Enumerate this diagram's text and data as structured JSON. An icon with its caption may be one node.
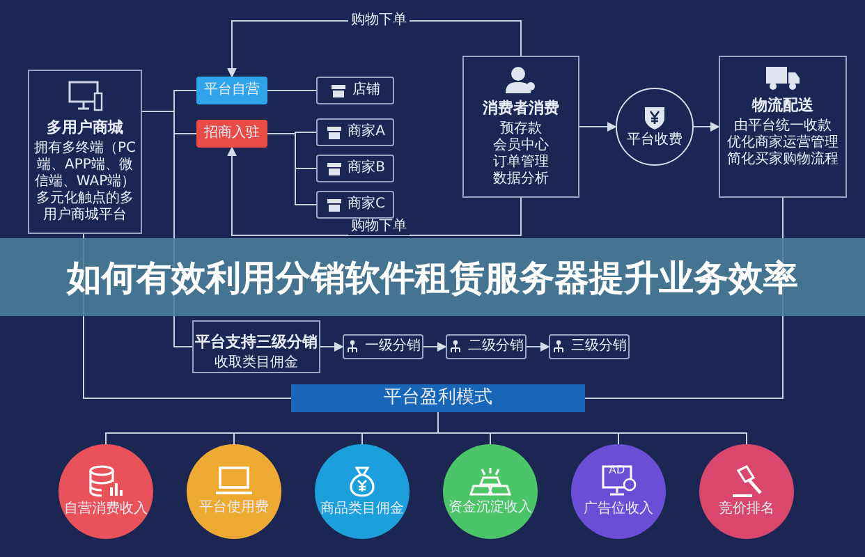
{
  "diagram": {
    "title": "如何有效利用分销软件租赁服务器提升业务效率",
    "nodes": [
      {
        "text": [
          "多用户商城",
          "拥有多终端（PC端、APP端、微信端、WAP端）多元化触点的多用户商城平台"
        ]
      },
      {
        "text": [
          "平台自营"
        ]
      },
      {
        "text": [
          "招商入驻"
        ]
      },
      {
        "text": [
          "店铺"
        ]
      },
      {
        "text": [
          "商家A"
        ]
      },
      {
        "text": [
          "商家B"
        ]
      },
      {
        "text": [
          "商家C"
        ]
      },
      {
        "text": [
          "消费者消费",
          "预存款",
          "会员中心",
          "订单管理",
          "数据分析"
        ]
      },
      {
        "text": [
          "平台收费"
        ]
      },
      {
        "text": [
          "物流配送",
          "由平台统一收款",
          "优化商家运营管理",
          "简化买家购物流程"
        ]
      },
      {
        "text": [
          "平台支持三级分销",
          "收取类目佣金"
        ]
      },
      {
        "text": [
          "一级分销"
        ]
      },
      {
        "text": [
          "二级分销"
        ]
      },
      {
        "text": [
          "三级分销"
        ]
      },
      {
        "text": [
          "平台盈利模式"
        ]
      },
      {
        "text": [
          "自营消费收入"
        ]
      },
      {
        "text": [
          "平台使用费"
        ]
      },
      {
        "text": [
          "商品类目佣金"
        ]
      },
      {
        "text": [
          "资金沉淀收入"
        ]
      },
      {
        "text": [
          "广告位收入"
        ]
      },
      {
        "text": [
          "竞价排名"
        ]
      }
    ],
    "edges": [
      {
        "from": 0,
        "to": 1,
        "arrow": "none"
      },
      {
        "from": 0,
        "to": 2,
        "arrow": "none"
      },
      {
        "from": 0,
        "to": 10,
        "arrow": "none"
      },
      {
        "from": 1,
        "to": 3,
        "arrow": "none"
      },
      {
        "from": 2,
        "to": 4,
        "arrow": "none"
      },
      {
        "from": 2,
        "to": 5,
        "arrow": "none"
      },
      {
        "from": 2,
        "to": 6,
        "arrow": "none"
      },
      {
        "from": 7,
        "to": 1,
        "arrow": "to",
        "label": "购物下单"
      },
      {
        "from": 7,
        "to": 2,
        "arrow": "to",
        "label": "购物下单"
      },
      {
        "from": 7,
        "to": 8,
        "arrow": "to"
      },
      {
        "from": 8,
        "to": 9,
        "arrow": "to"
      },
      {
        "from": 9,
        "to": 14,
        "arrow": "none"
      },
      {
        "from": 0,
        "to": 14,
        "arrow": "none"
      },
      {
        "from": 10,
        "to": 11,
        "arrow": "to"
      },
      {
        "from": 11,
        "to": 12,
        "arrow": "to"
      },
      {
        "from": 12,
        "to": 13,
        "arrow": "to"
      },
      {
        "from": 14,
        "to": 15,
        "arrow": "none"
      },
      {
        "from": 14,
        "to": 16,
        "arrow": "none"
      },
      {
        "from": 14,
        "to": 17,
        "arrow": "none"
      },
      {
        "from": 14,
        "to": 18,
        "arrow": "none"
      },
      {
        "from": 14,
        "to": 19,
        "arrow": "none"
      },
      {
        "from": 14,
        "to": 20,
        "arrow": "none"
      }
    ],
    "labels": [
      "AD"
    ]
  }
}
